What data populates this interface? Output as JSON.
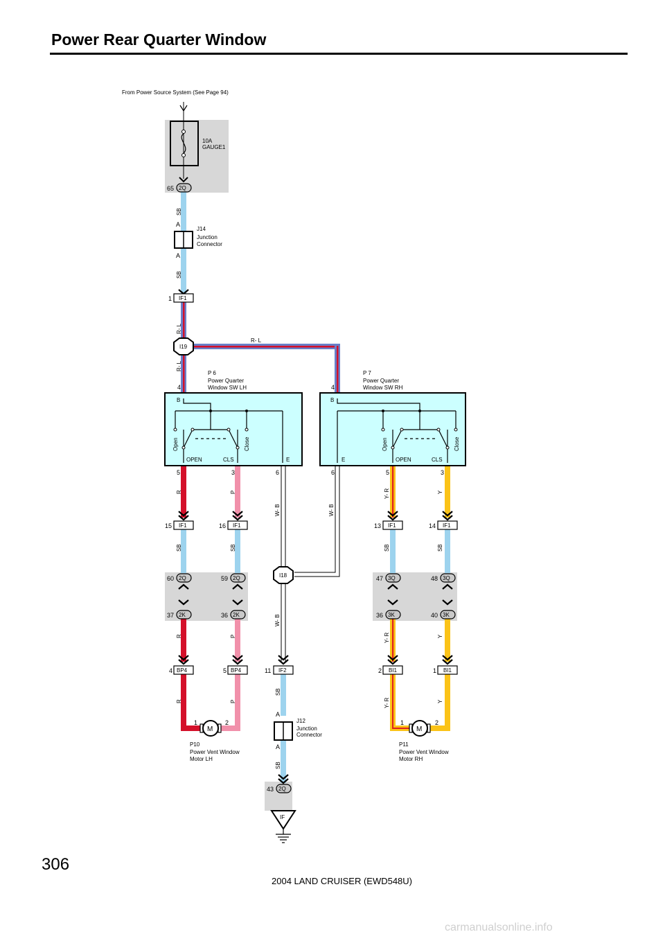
{
  "title": "Power Rear Quarter Window",
  "page_number": "306",
  "footer": "2004 LAND CRUISER (EWD548U)",
  "watermark": "carmanualsonline.info",
  "source": {
    "label": "From Power Source System (See Page 94)"
  },
  "fuse": {
    "rating": "10A",
    "name": "GAUGE1"
  },
  "junction_j14": {
    "code": "J14",
    "line1": "Junction",
    "line2": "Connector",
    "pin": "A"
  },
  "junction_j12": {
    "code": "J12",
    "line1": "Junction",
    "line2": "Connector",
    "pin": "A"
  },
  "splice_i19": "I19",
  "splice_i18": "I18",
  "ground": "IF",
  "switch_lh": {
    "code": "P 6",
    "line1": "Power Quarter",
    "line2": "Window SW LH",
    "pin": "4",
    "term_b": "B",
    "open": "Open",
    "close": "Close",
    "t_open": "OPEN",
    "t_cls": "CLS",
    "t_e": "E",
    "p_open": "5",
    "p_cls": "3",
    "p_e": "6"
  },
  "switch_rh": {
    "code": "P 7",
    "line1": "Power Quarter",
    "line2": "Window SW RH",
    "pin": "4",
    "term_b": "B",
    "open": "Open",
    "close": "Close",
    "t_open": "OPEN",
    "t_cls": "CLS",
    "t_e": "E",
    "p_open": "5",
    "p_cls": "3",
    "p_e": "6"
  },
  "motor_lh": {
    "code": "P10",
    "line1": "Power Vent Window",
    "line2": "Motor LH",
    "symbol": "M",
    "pin1": "1",
    "pin2": "2"
  },
  "motor_rh": {
    "code": "P11",
    "line1": "Power Vent Window",
    "line2": "Motor RH",
    "symbol": "M",
    "pin1": "1",
    "pin2": "2"
  },
  "connectors": {
    "c_65": {
      "pin": "65",
      "label": "2Q"
    },
    "c_1": {
      "pin": "1",
      "label": "IF1"
    },
    "c_15": {
      "pin": "15",
      "label": "IF1"
    },
    "c_16": {
      "pin": "16",
      "label": "IF1"
    },
    "c_13": {
      "pin": "13",
      "label": "IF1"
    },
    "c_14": {
      "pin": "14",
      "label": "IF1"
    },
    "c_60": {
      "pin": "60",
      "label": "2Q"
    },
    "c_59": {
      "pin": "59",
      "label": "2Q"
    },
    "c_47": {
      "pin": "47",
      "label": "3Q"
    },
    "c_48": {
      "pin": "48",
      "label": "3Q"
    },
    "c_37": {
      "pin": "37",
      "label": "2K"
    },
    "c_36": {
      "pin": "36",
      "label": "2K"
    },
    "c_36b": {
      "pin": "36",
      "label": "3K"
    },
    "c_40": {
      "pin": "40",
      "label": "3K"
    },
    "c_4": {
      "pin": "4",
      "label": "BP4"
    },
    "c_5": {
      "pin": "5",
      "label": "BP4"
    },
    "c_11": {
      "pin": "11",
      "label": "IF2"
    },
    "c_2": {
      "pin": "2",
      "label": "BI1"
    },
    "c_1b": {
      "pin": "1",
      "label": "BI1"
    },
    "c_43": {
      "pin": "43",
      "label": "2Q"
    }
  },
  "wire_labels": {
    "sb1": "SB",
    "sb2": "SB",
    "rl1": "R- L",
    "rl2": "R- L",
    "rl3": "R- L",
    "r1": "R",
    "p1": "P",
    "wb1": "W- B",
    "wb2": "W- B",
    "yr1": "Y- R",
    "y1": "Y",
    "sb3": "SB",
    "sb4": "SB",
    "sb5": "SB",
    "sb6": "SB",
    "r2": "R",
    "p2": "P",
    "wb3": "W- B",
    "yr2": "Y- R",
    "y2": "Y",
    "r3": "R",
    "p3": "P",
    "sb7": "SB",
    "yr3": "Y- R",
    "y3": "Y",
    "sb8": "SB"
  },
  "wire_colors": {
    "SB": "#9dd3ee",
    "R": "#d4102a",
    "P": "#f190aa",
    "Y": "#fbc318",
    "YR_base": "#fbc318",
    "YR_stripe": "#e02020",
    "RL_base": "#6a7fc8",
    "RL_stripe": "#d4102a",
    "WB": "#ffffff",
    "switch_fill": "#ccffff",
    "shade": "#d7d7d7"
  }
}
